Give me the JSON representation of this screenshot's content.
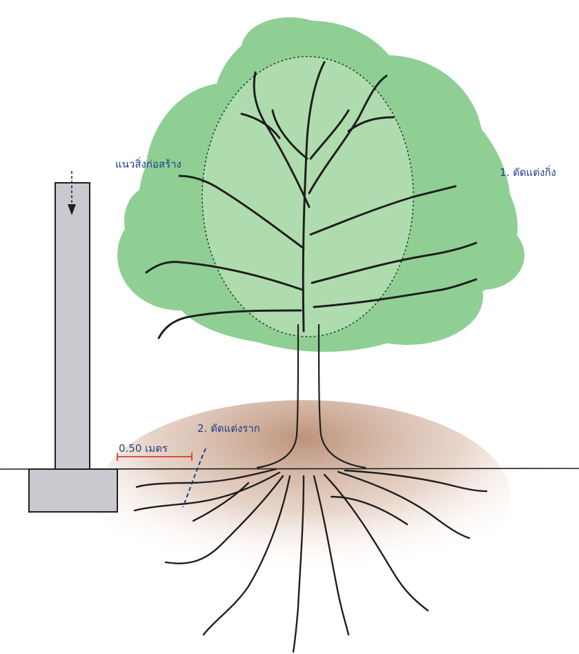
{
  "labels": {
    "structure_line": "แนวสิ่งก่อสร้าง",
    "step1": "1. ตัดแต่งกิ่ง",
    "step2": "2. ตัดแต่งราก",
    "distance": "0.50 เมตร"
  },
  "colors": {
    "label_text": "#1f3c8c",
    "distance_text": "#2a3f80",
    "measure_line": "#d32020",
    "foliage_dark": "#8fcf94",
    "foliage_light": "#b6dfb4",
    "structure_fill": "#c9c9cf",
    "soil": "#b98d73",
    "outline": "#1e1e1e"
  }
}
